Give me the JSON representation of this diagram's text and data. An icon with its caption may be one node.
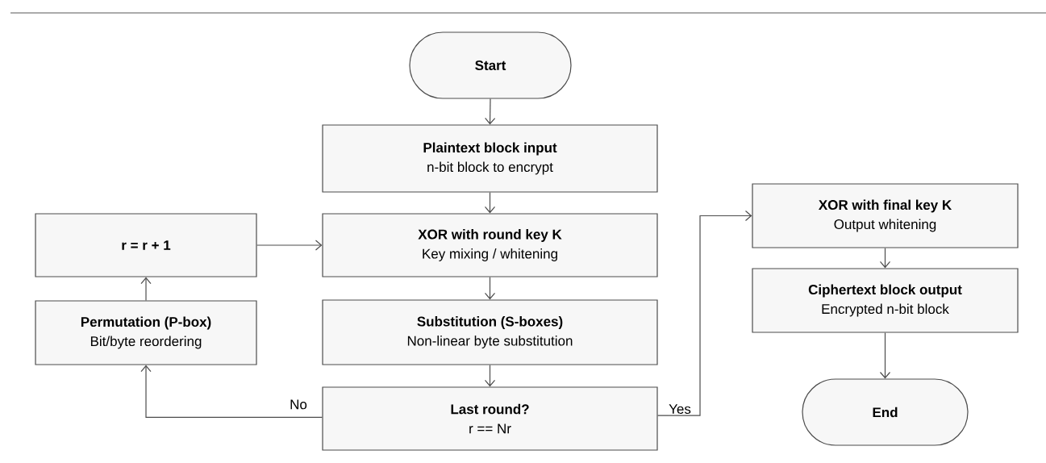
{
  "diagram": {
    "nodes": [
      {
        "text": [
          "Start"
        ]
      },
      {
        "text": [
          "Plaintext block input",
          "n-bit block to encrypt"
        ]
      },
      {
        "text": [
          "XOR with round key K",
          "Key mixing / whitening"
        ]
      },
      {
        "text": [
          "Substitution (S-boxes)",
          "Non-linear byte substitution"
        ]
      },
      {
        "text": [
          "Last round?",
          "r == Nr"
        ]
      },
      {
        "text": [
          "r = r + 1"
        ]
      },
      {
        "text": [
          "Permutation (P-box)",
          "Bit/byte reordering"
        ]
      },
      {
        "text": [
          "XOR with final key K",
          "Output whitening"
        ]
      },
      {
        "text": [
          "Ciphertext block output",
          "Encrypted n-bit block"
        ]
      },
      {
        "text": [
          "End"
        ]
      }
    ],
    "edges": [
      {
        "from": 0,
        "to": 1,
        "arrow": "to"
      },
      {
        "from": 1,
        "to": 2,
        "arrow": "to"
      },
      {
        "from": 2,
        "to": 3,
        "arrow": "to"
      },
      {
        "from": 3,
        "to": 4,
        "arrow": "to"
      },
      {
        "from": 4,
        "to": 6,
        "arrow": "to",
        "label": "No"
      },
      {
        "from": 6,
        "to": 5,
        "arrow": "to"
      },
      {
        "from": 5,
        "to": 2,
        "arrow": "to"
      },
      {
        "from": 4,
        "to": 7,
        "arrow": "to",
        "label": "Yes"
      },
      {
        "from": 7,
        "to": 8,
        "arrow": "to"
      },
      {
        "from": 8,
        "to": 9,
        "arrow": "to"
      }
    ]
  }
}
